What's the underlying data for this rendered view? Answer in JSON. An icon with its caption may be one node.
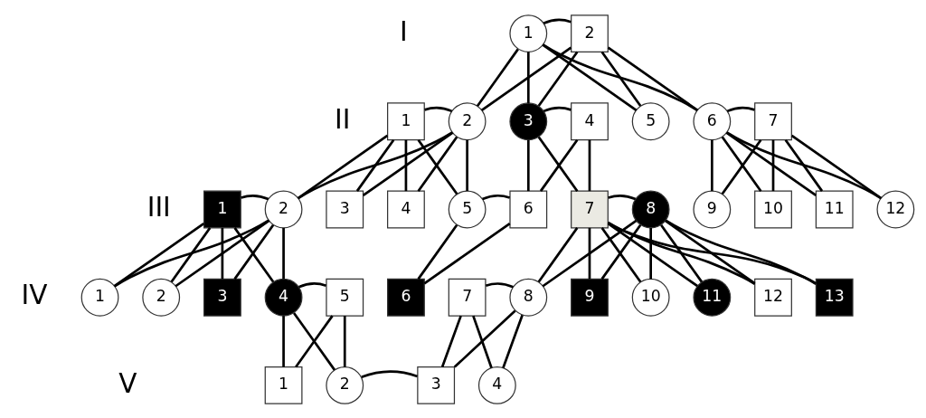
{
  "diagram": {
    "nodes": [
      {
        "text": [
          "1"
        ]
      },
      {
        "text": [
          "2"
        ]
      },
      {
        "text": [
          "1"
        ]
      },
      {
        "text": [
          "2"
        ]
      },
      {
        "text": [
          "3"
        ]
      },
      {
        "text": [
          "4"
        ]
      },
      {
        "text": [
          "5"
        ]
      },
      {
        "text": [
          "6"
        ]
      },
      {
        "text": [
          "7"
        ]
      },
      {
        "text": [
          "1"
        ]
      },
      {
        "text": [
          "2"
        ]
      },
      {
        "text": [
          "3"
        ]
      },
      {
        "text": [
          "4"
        ]
      },
      {
        "text": [
          "5"
        ]
      },
      {
        "text": [
          "6"
        ]
      },
      {
        "text": [
          "7"
        ]
      },
      {
        "text": [
          "8"
        ]
      },
      {
        "text": [
          "9"
        ]
      },
      {
        "text": [
          "10"
        ]
      },
      {
        "text": [
          "11"
        ]
      },
      {
        "text": [
          "12"
        ]
      },
      {
        "text": [
          "1"
        ]
      },
      {
        "text": [
          "2"
        ]
      },
      {
        "text": [
          "3"
        ]
      },
      {
        "text": [
          "4"
        ]
      },
      {
        "text": [
          "5"
        ]
      },
      {
        "text": [
          "6"
        ]
      },
      {
        "text": [
          "7"
        ]
      },
      {
        "text": [
          "8"
        ]
      },
      {
        "text": [
          "9"
        ]
      },
      {
        "text": [
          "10"
        ]
      },
      {
        "text": [
          "11"
        ]
      },
      {
        "text": [
          "12"
        ]
      },
      {
        "text": [
          "13"
        ]
      },
      {
        "text": [
          "1"
        ]
      },
      {
        "text": [
          "2"
        ]
      },
      {
        "text": [
          "3"
        ]
      },
      {
        "text": [
          "4"
        ]
      }
    ],
    "edges": [
      {
        "from": 0,
        "to": 1,
        "arrow": "none"
      },
      {
        "from": 0,
        "to": 3,
        "arrow": "none"
      },
      {
        "from": 1,
        "to": 3,
        "arrow": "none"
      },
      {
        "from": 0,
        "to": 4,
        "arrow": "none"
      },
      {
        "from": 1,
        "to": 4,
        "arrow": "none"
      },
      {
        "from": 0,
        "to": 6,
        "arrow": "none"
      },
      {
        "from": 1,
        "to": 6,
        "arrow": "none"
      },
      {
        "from": 0,
        "to": 7,
        "arrow": "none"
      },
      {
        "from": 1,
        "to": 7,
        "arrow": "none"
      },
      {
        "from": 2,
        "to": 3,
        "arrow": "none"
      },
      {
        "from": 2,
        "to": 10,
        "arrow": "none"
      },
      {
        "from": 3,
        "to": 10,
        "arrow": "none"
      },
      {
        "from": 2,
        "to": 11,
        "arrow": "none"
      },
      {
        "from": 3,
        "to": 11,
        "arrow": "none"
      },
      {
        "from": 2,
        "to": 12,
        "arrow": "none"
      },
      {
        "from": 3,
        "to": 12,
        "arrow": "none"
      },
      {
        "from": 2,
        "to": 13,
        "arrow": "none"
      },
      {
        "from": 3,
        "to": 13,
        "arrow": "none"
      },
      {
        "from": 4,
        "to": 5,
        "arrow": "none"
      },
      {
        "from": 4,
        "to": 14,
        "arrow": "none"
      },
      {
        "from": 5,
        "to": 14,
        "arrow": "none"
      },
      {
        "from": 4,
        "to": 15,
        "arrow": "none"
      },
      {
        "from": 5,
        "to": 15,
        "arrow": "none"
      },
      {
        "from": 7,
        "to": 8,
        "arrow": "none"
      },
      {
        "from": 7,
        "to": 17,
        "arrow": "none"
      },
      {
        "from": 8,
        "to": 17,
        "arrow": "none"
      },
      {
        "from": 7,
        "to": 18,
        "arrow": "none"
      },
      {
        "from": 8,
        "to": 18,
        "arrow": "none"
      },
      {
        "from": 7,
        "to": 19,
        "arrow": "none"
      },
      {
        "from": 8,
        "to": 19,
        "arrow": "none"
      },
      {
        "from": 7,
        "to": 20,
        "arrow": "none"
      },
      {
        "from": 8,
        "to": 20,
        "arrow": "none"
      },
      {
        "from": 9,
        "to": 10,
        "arrow": "none"
      },
      {
        "from": 9,
        "to": 21,
        "arrow": "none"
      },
      {
        "from": 10,
        "to": 21,
        "arrow": "none"
      },
      {
        "from": 9,
        "to": 22,
        "arrow": "none"
      },
      {
        "from": 10,
        "to": 22,
        "arrow": "none"
      },
      {
        "from": 9,
        "to": 23,
        "arrow": "none"
      },
      {
        "from": 10,
        "to": 23,
        "arrow": "none"
      },
      {
        "from": 9,
        "to": 24,
        "arrow": "none"
      },
      {
        "from": 10,
        "to": 24,
        "arrow": "none"
      },
      {
        "from": 13,
        "to": 14,
        "arrow": "none"
      },
      {
        "from": 13,
        "to": 26,
        "arrow": "none"
      },
      {
        "from": 14,
        "to": 26,
        "arrow": "none"
      },
      {
        "from": 15,
        "to": 16,
        "arrow": "none"
      },
      {
        "from": 15,
        "to": 28,
        "arrow": "none"
      },
      {
        "from": 16,
        "to": 28,
        "arrow": "none"
      },
      {
        "from": 15,
        "to": 29,
        "arrow": "none"
      },
      {
        "from": 16,
        "to": 29,
        "arrow": "none"
      },
      {
        "from": 15,
        "to": 30,
        "arrow": "none"
      },
      {
        "from": 16,
        "to": 30,
        "arrow": "none"
      },
      {
        "from": 15,
        "to": 31,
        "arrow": "none"
      },
      {
        "from": 16,
        "to": 31,
        "arrow": "none"
      },
      {
        "from": 15,
        "to": 32,
        "arrow": "none"
      },
      {
        "from": 16,
        "to": 32,
        "arrow": "none"
      },
      {
        "from": 15,
        "to": 33,
        "arrow": "none"
      },
      {
        "from": 16,
        "to": 33,
        "arrow": "none"
      },
      {
        "from": 24,
        "to": 25,
        "arrow": "none"
      },
      {
        "from": 24,
        "to": 34,
        "arrow": "none"
      },
      {
        "from": 25,
        "to": 34,
        "arrow": "none"
      },
      {
        "from": 24,
        "to": 35,
        "arrow": "none"
      },
      {
        "from": 25,
        "to": 35,
        "arrow": "none"
      },
      {
        "from": 27,
        "to": 28,
        "arrow": "none"
      },
      {
        "from": 27,
        "to": 36,
        "arrow": "none"
      },
      {
        "from": 28,
        "to": 36,
        "arrow": "none"
      },
      {
        "from": 27,
        "to": 37,
        "arrow": "none"
      },
      {
        "from": 28,
        "to": 37,
        "arrow": "none"
      },
      {
        "from": 35,
        "to": 36,
        "arrow": "none"
      }
    ],
    "labels": [
      "I",
      "II",
      "III",
      "IV",
      "V"
    ]
  }
}
